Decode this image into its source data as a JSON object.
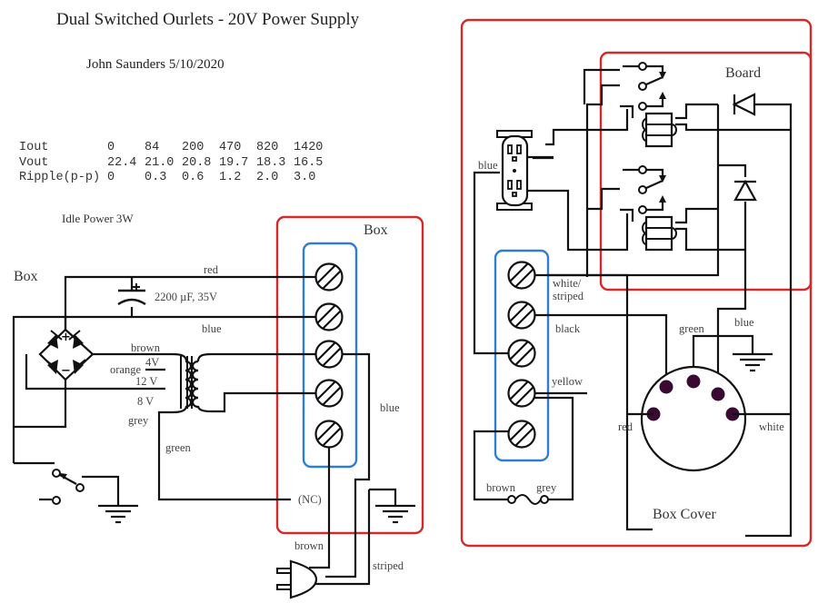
{
  "title": "Dual Switched Ourlets - 20V Power Supply",
  "author": "John Saunders 5/10/2020",
  "specs": {
    "rows": [
      {
        "label": "Iout",
        "values": [
          "0",
          "84",
          "200",
          "470",
          "820",
          "1420"
        ]
      },
      {
        "label": "Vout",
        "values": [
          "22.4",
          "21.0",
          "20.8",
          "19.7",
          "18.3",
          "16.5"
        ]
      },
      {
        "label": "Ripple(p-p)",
        "values": [
          "0",
          "0.3",
          "0.6",
          "1.2",
          "2.0",
          "3.0"
        ]
      }
    ]
  },
  "idle_power": "Idle Power  3W",
  "left_section": {
    "box_label_outer": "Box",
    "box_label_inner": "Box",
    "capacitor_label": "2200 µF, 35V",
    "wire_labels": {
      "red": "red",
      "blue_top": "blue",
      "brown": "brown",
      "orange": "orange",
      "tap_4v": "4V",
      "tap_12v": "12 V",
      "tap_8v": "8 V",
      "grey": "grey",
      "green": "green",
      "blue_right": "blue",
      "nc": "(NC)",
      "plug_brown": "brown",
      "plug_striped": "striped"
    },
    "bridge_plus": "+",
    "bridge_minus": "−"
  },
  "right_section": {
    "board_label": "Board",
    "cover_label": "Box Cover",
    "wire_labels": {
      "outlet_blue": "blue",
      "white_striped_1": "white/",
      "white_striped_2": "striped",
      "black": "black",
      "yellow": "yellow",
      "fuse_brown": "brown",
      "fuse_grey": "grey",
      "connector_green": "green",
      "connector_blue": "blue",
      "connector_red": "red",
      "connector_white": "white"
    }
  },
  "colors": {
    "enclosure_red": "#d42a2a",
    "terminal_blue": "#2e7fd4",
    "connector_pin": "#3a0a33",
    "wire": "#111111"
  }
}
